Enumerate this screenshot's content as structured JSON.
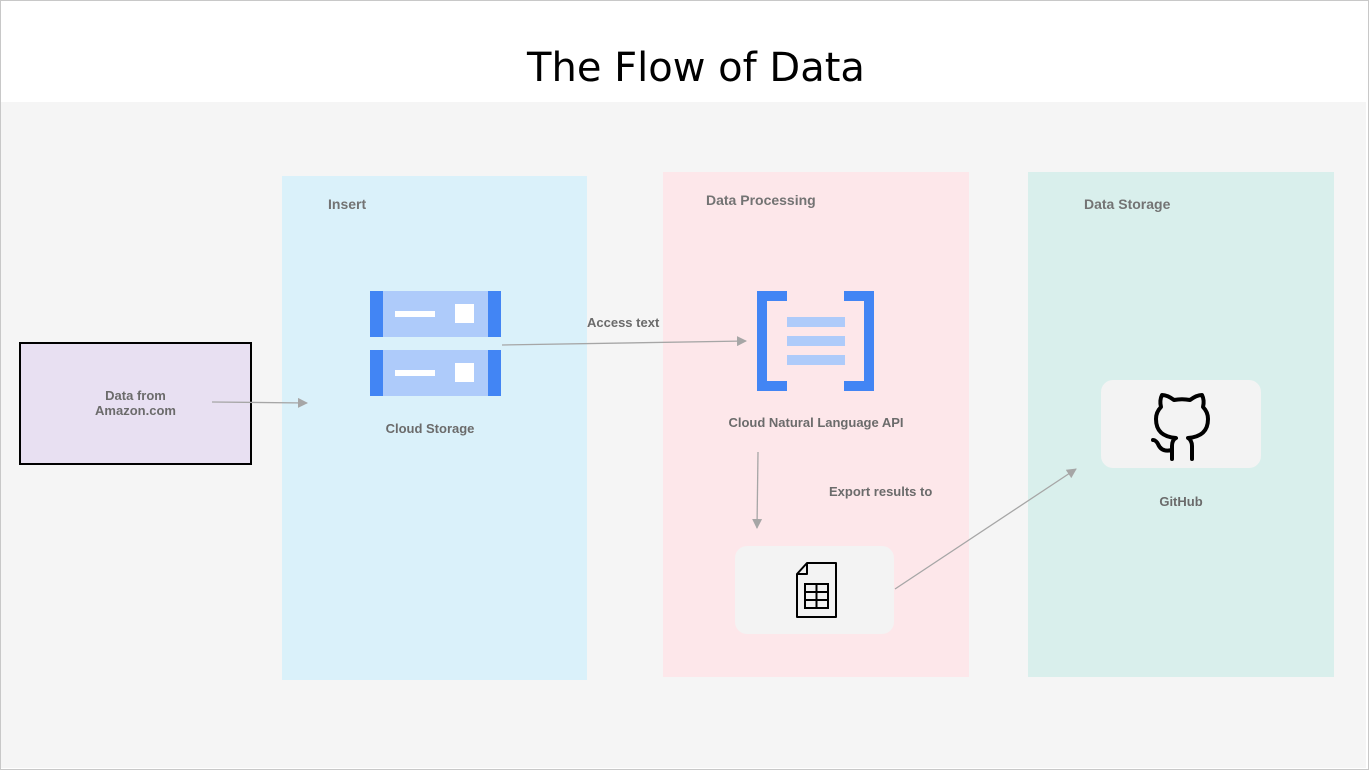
{
  "title": "The Flow of Data",
  "lanes": {
    "insert": {
      "label": "Insert",
      "color": "#daf1fa"
    },
    "processing": {
      "label": "Data Processing",
      "color": "#fde7ea"
    },
    "storage": {
      "label": "Data Storage",
      "color": "#d9efec"
    }
  },
  "nodes": {
    "source": {
      "label_line1": "Data from",
      "label_line2": "Amazon.com",
      "fill": "#e8e0f2",
      "icon": ""
    },
    "cloud_storage": {
      "label": "Cloud Storage",
      "icon": "cloud-storage-icon"
    },
    "nl_api": {
      "label": "Cloud Natural Language API",
      "icon": "cloud-natural-language-icon"
    },
    "spreadsheet": {
      "label": "",
      "icon": "spreadsheet-icon"
    },
    "github": {
      "label": "GitHub",
      "icon": "github-icon"
    }
  },
  "edges": {
    "access_text": "Access text",
    "export_results": "Export results to"
  },
  "colors": {
    "google_blue_dark": "#4285f4",
    "google_blue_light": "#aecbfa",
    "arrow": "#a6a6a6",
    "label_gray": "#6b6b6b"
  }
}
